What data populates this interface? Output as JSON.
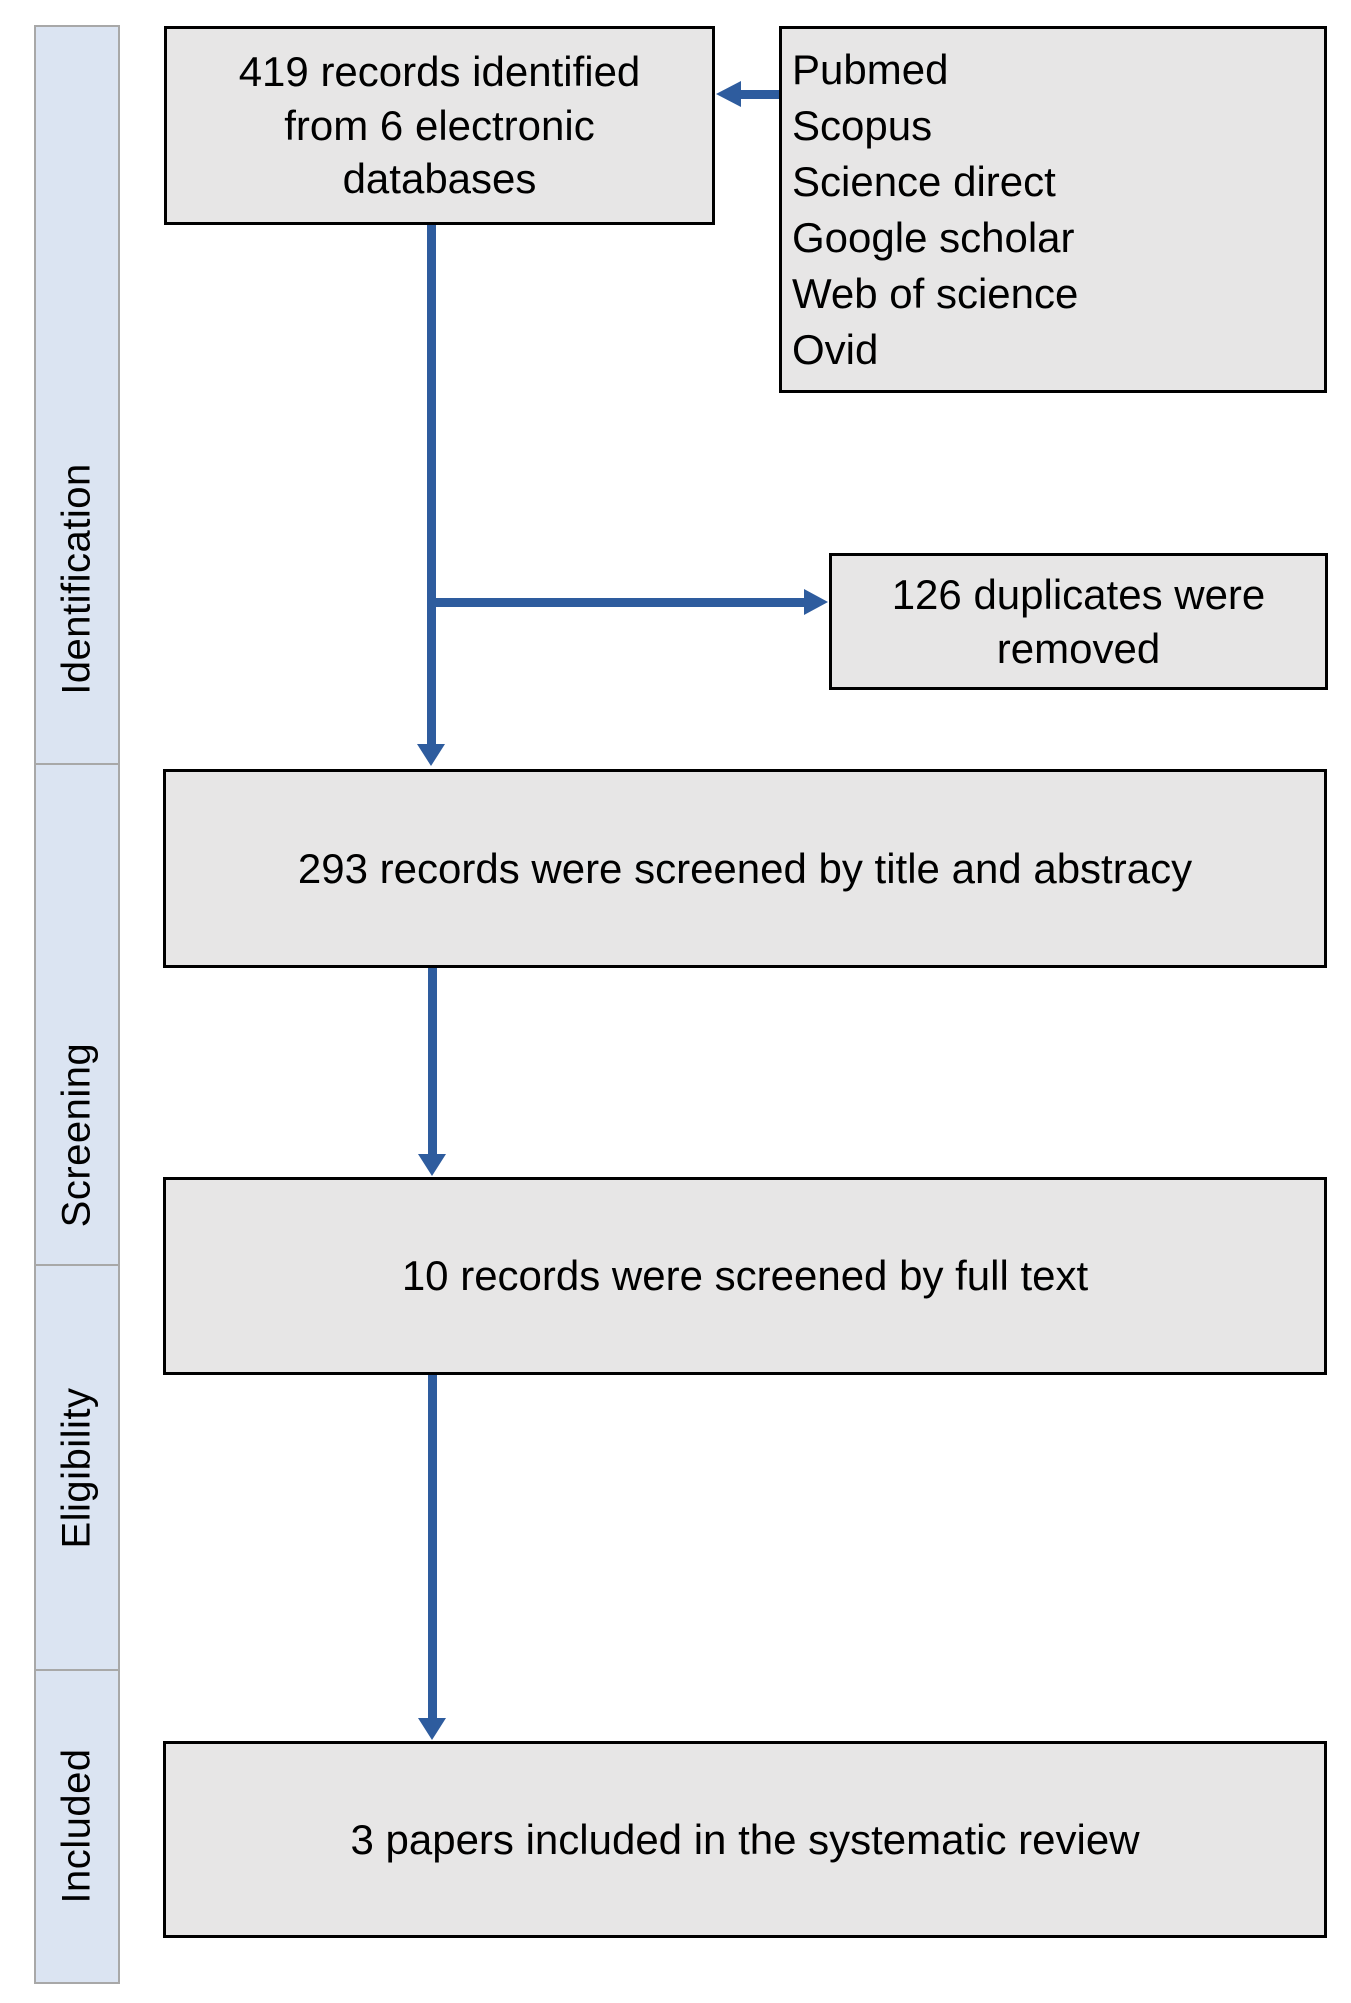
{
  "diagram": {
    "type": "prisma-flow",
    "stages": [
      "Identification",
      "Screening",
      "Eligibility",
      "Included"
    ],
    "boxes": {
      "identified": "419 records identified from 6 electronic databases",
      "sources": [
        "Pubmed",
        "Scopus",
        "Science direct",
        "Google scholar",
        "Web of science",
        "Ovid"
      ],
      "duplicates": "126 duplicates were removed",
      "screened_title_abstract": "293 records were screened by title and abstracy",
      "screened_full_text": "10 records were screened by full text",
      "included_papers": "3 papers included in the systematic review"
    },
    "counts": {
      "records_identified": 419,
      "electronic_databases": 6,
      "duplicates_removed": 126,
      "screened_by_title_abstract": 293,
      "screened_by_full_text": 10,
      "papers_included": 3
    }
  },
  "colors": {
    "accent_blue": "#2E5C9E",
    "box_fill": "#E7E6E6",
    "box_border": "#000000",
    "sidebar_fill": "#DBE4F2",
    "sidebar_border": "#A8A8A8"
  }
}
